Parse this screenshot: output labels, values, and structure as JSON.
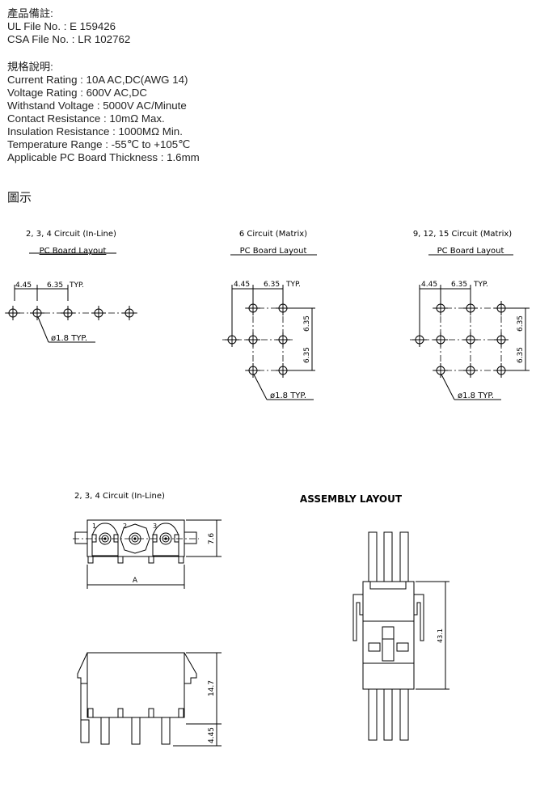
{
  "notes": {
    "heading": "產品備註:",
    "lines": [
      "UL File No. : E 159426",
      "CSA File No. : LR 102762"
    ]
  },
  "specs": {
    "heading": "規格說明:",
    "lines": [
      "Current Rating : 10A AC,DC(AWG 14)",
      "Voltage Rating : 600V AC,DC",
      "Withstand Voltage : 5000V AC/Minute",
      "Contact Resistance : 10mΩ Max.",
      "Insulation Resistance : 1000MΩ Min.",
      "Temperature Range : -55℃ to +105℃",
      "Applicable PC Board Thickness : 1.6mm"
    ]
  },
  "figures_heading": "圖示",
  "layouts": [
    {
      "title": "2, 3, 4 Circuit (In-Line)",
      "subtitle": "PC Board Layout",
      "dim_a": "4.45",
      "dim_b": "6.35",
      "typ": "TYP.",
      "hole": "ø1.8 TYP."
    },
    {
      "title": "6 Circuit (Matrix)",
      "subtitle": "PC Board Layout",
      "dim_a": "4.45",
      "dim_b": "6.35",
      "typ": "TYP.",
      "dim_v1": "6.35",
      "dim_v2": "6.35",
      "hole": "ø1.8 TYP."
    },
    {
      "title": "9, 12, 15 Circuit (Matrix)",
      "subtitle": "PC Board Layout",
      "dim_a": "4.45",
      "dim_b": "6.35",
      "typ": "TYP.",
      "dim_v1": "6.35",
      "dim_v2": "6.35",
      "hole": "ø1.8 TYP."
    }
  ],
  "front_view": {
    "title": "2, 3, 4 Circuit (In-Line)",
    "pins": [
      "1",
      "2",
      "3"
    ],
    "dim_height": "7.6",
    "dim_width": "A"
  },
  "side_view": {
    "dim_height": "14.7",
    "dim_pin": "4.45"
  },
  "assembly": {
    "title": "ASSEMBLY LAYOUT",
    "dim_height": "43.1"
  }
}
